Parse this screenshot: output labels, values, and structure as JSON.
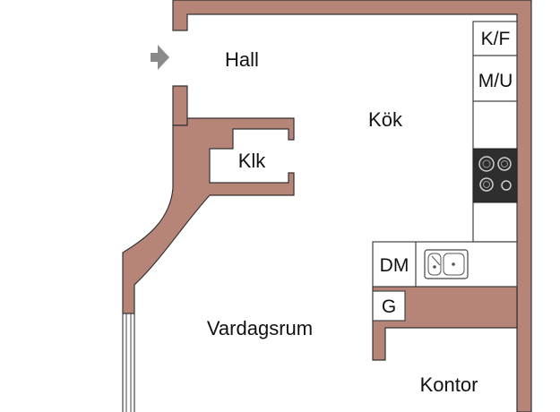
{
  "colors": {
    "wall": "#b78578",
    "wall_outline": "#333333",
    "floor": "#ffffff",
    "stove": "#2e2e2e",
    "entrance_arrow": "#8a8a8a"
  },
  "rooms": {
    "hall": "Hall",
    "kok": "Kök",
    "klk": "Klk",
    "vardagsrum": "Vardagsrum",
    "kontor": "Kontor"
  },
  "fixtures": {
    "kf": "K/F",
    "mu": "M/U",
    "dm": "DM",
    "g": "G"
  },
  "icons": {
    "entrance": "entrance-arrow-icon",
    "stove": "stove-icon",
    "sink": "sink-icon"
  }
}
